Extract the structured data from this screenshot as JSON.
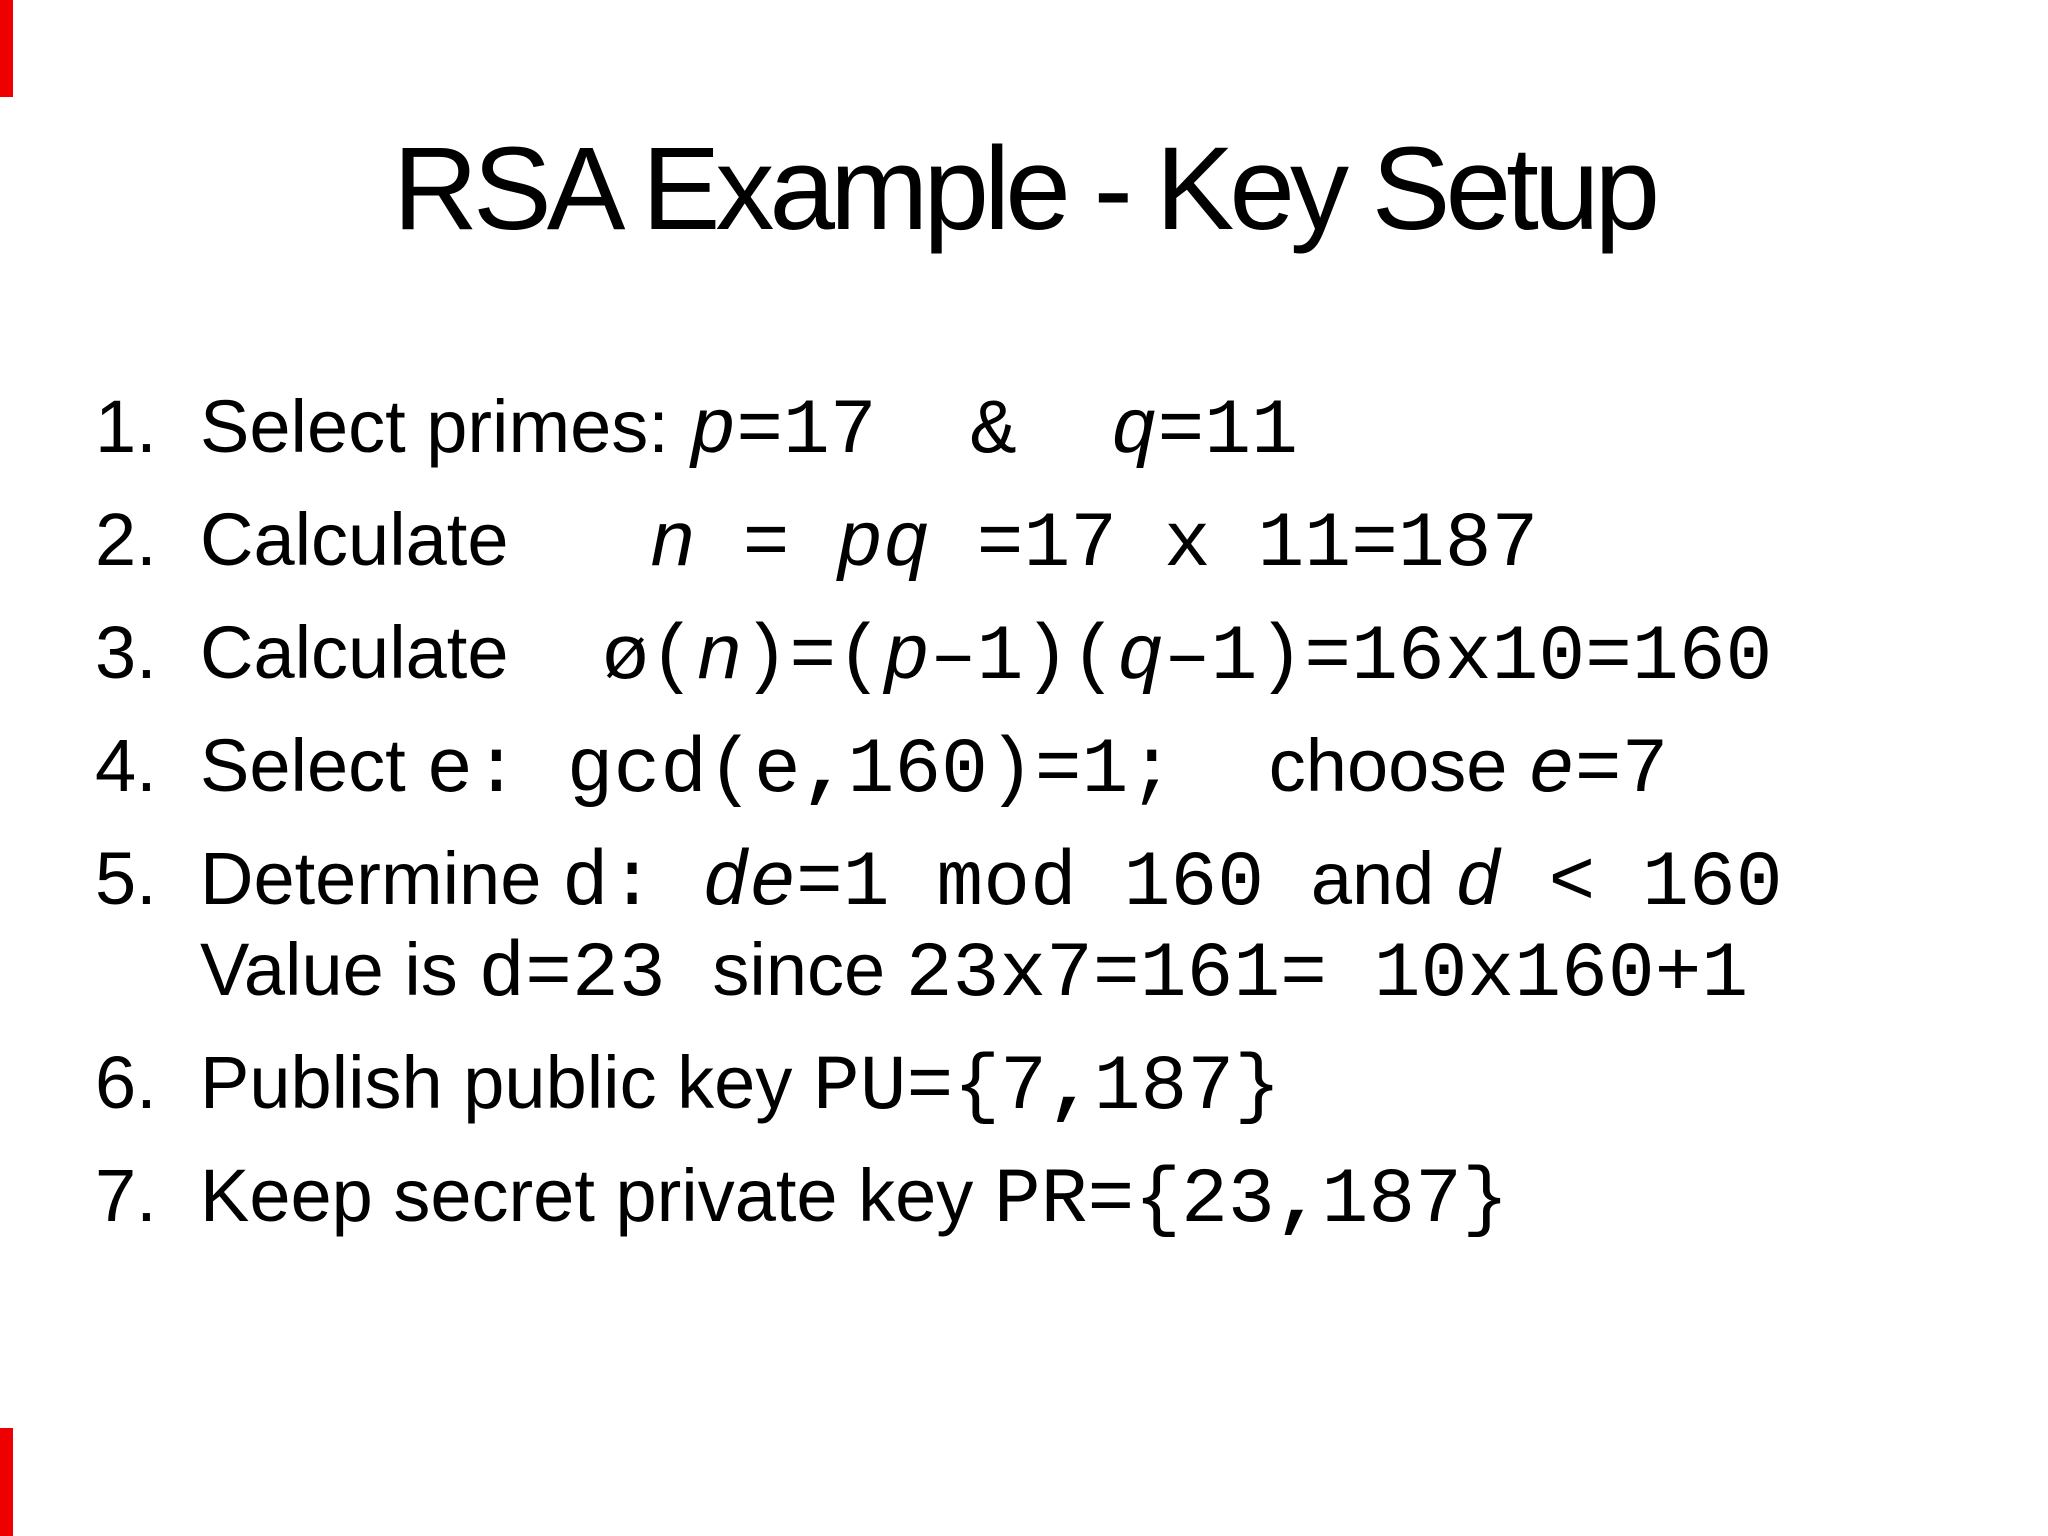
{
  "title": "RSA Example - Key Setup",
  "edge_markers": {
    "color": "#ee0000"
  },
  "text_color": "#000000",
  "background_color": "#ffffff",
  "list": {
    "items": [
      {
        "number": "1.",
        "lines": [
          [
            {
              "s": "sans",
              "t": "Select primes: "
            },
            {
              "s": "moni",
              "t": "p"
            },
            {
              "s": "mono",
              "t": "=17  &  "
            },
            {
              "s": "moni",
              "t": "q"
            },
            {
              "s": "mono",
              "t": "=11"
            }
          ]
        ]
      },
      {
        "number": "2.",
        "lines": [
          [
            {
              "s": "sans",
              "t": "Calculate"
            },
            {
              "s": "mono",
              "t": "   "
            },
            {
              "s": "moni",
              "t": "n"
            },
            {
              "s": "mono",
              "t": " = "
            },
            {
              "s": "moni",
              "t": "pq"
            },
            {
              "s": "mono",
              "t": " =17 x 11=187"
            }
          ]
        ]
      },
      {
        "number": "3.",
        "lines": [
          [
            {
              "s": "sans",
              "t": "Calculate"
            },
            {
              "s": "mono",
              "t": "  ø("
            },
            {
              "s": "moni",
              "t": "n"
            },
            {
              "s": "mono",
              "t": ")=("
            },
            {
              "s": "moni",
              "t": "p"
            },
            {
              "s": "mono",
              "t": "–1)("
            },
            {
              "s": "moni",
              "t": "q"
            },
            {
              "s": "mono",
              "t": "–1)=16x10=160"
            }
          ]
        ]
      },
      {
        "number": "4.",
        "lines": [
          [
            {
              "s": "sans",
              "t": "Select "
            },
            {
              "s": "mono",
              "t": "e: gcd(e"
            },
            {
              "s": "monb",
              "t": ","
            },
            {
              "s": "mono",
              "t": "160)=1;  "
            },
            {
              "s": "sans",
              "t": "choose "
            },
            {
              "s": "moni",
              "t": "e"
            },
            {
              "s": "mono",
              "t": "=7"
            }
          ]
        ]
      },
      {
        "number": "5.",
        "lines": [
          [
            {
              "s": "sans",
              "t": "Determine "
            },
            {
              "s": "mono",
              "t": "d: "
            },
            {
              "s": "moni",
              "t": "de"
            },
            {
              "s": "mono",
              "t": "=1 mod 160 "
            },
            {
              "s": "sans",
              "t": "and "
            },
            {
              "s": "moni",
              "t": "d"
            },
            {
              "s": "mono",
              "t": " < 160"
            }
          ],
          [
            {
              "s": "sans",
              "t": "Value is "
            },
            {
              "s": "mono",
              "t": "d=23 "
            },
            {
              "s": "sans",
              "t": "since "
            },
            {
              "s": "mono",
              "t": "23x7=161= 10x160+1"
            }
          ]
        ]
      },
      {
        "number": "6.",
        "lines": [
          [
            {
              "s": "sans",
              "t": "Publish public key "
            },
            {
              "s": "mono",
              "t": "PU={7"
            },
            {
              "s": "monb",
              "t": ","
            },
            {
              "s": "mono",
              "t": "187}"
            }
          ]
        ]
      },
      {
        "number": "7.",
        "lines": [
          [
            {
              "s": "sans",
              "t": "Keep secret private key "
            },
            {
              "s": "mono",
              "t": "PR={23"
            },
            {
              "s": "monb",
              "t": ","
            },
            {
              "s": "mono",
              "t": "187}"
            }
          ]
        ]
      }
    ]
  }
}
